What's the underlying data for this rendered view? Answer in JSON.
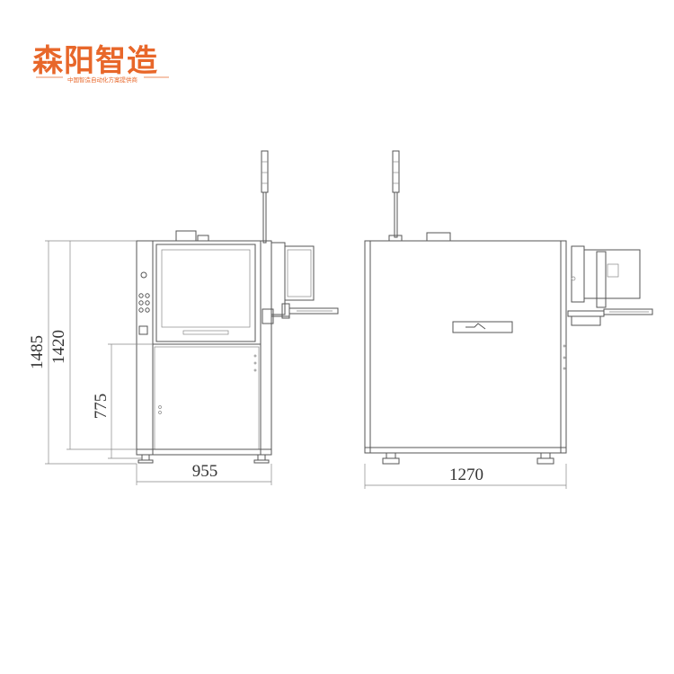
{
  "brand": {
    "name": "森阳智造",
    "tagline": "中国智造自动化方案提供商",
    "color": "#e8672a"
  },
  "dimensions": {
    "front_width": "955",
    "total_height": "1485",
    "body_height": "1420",
    "lower_height": "775",
    "side_width": "1270"
  }
}
